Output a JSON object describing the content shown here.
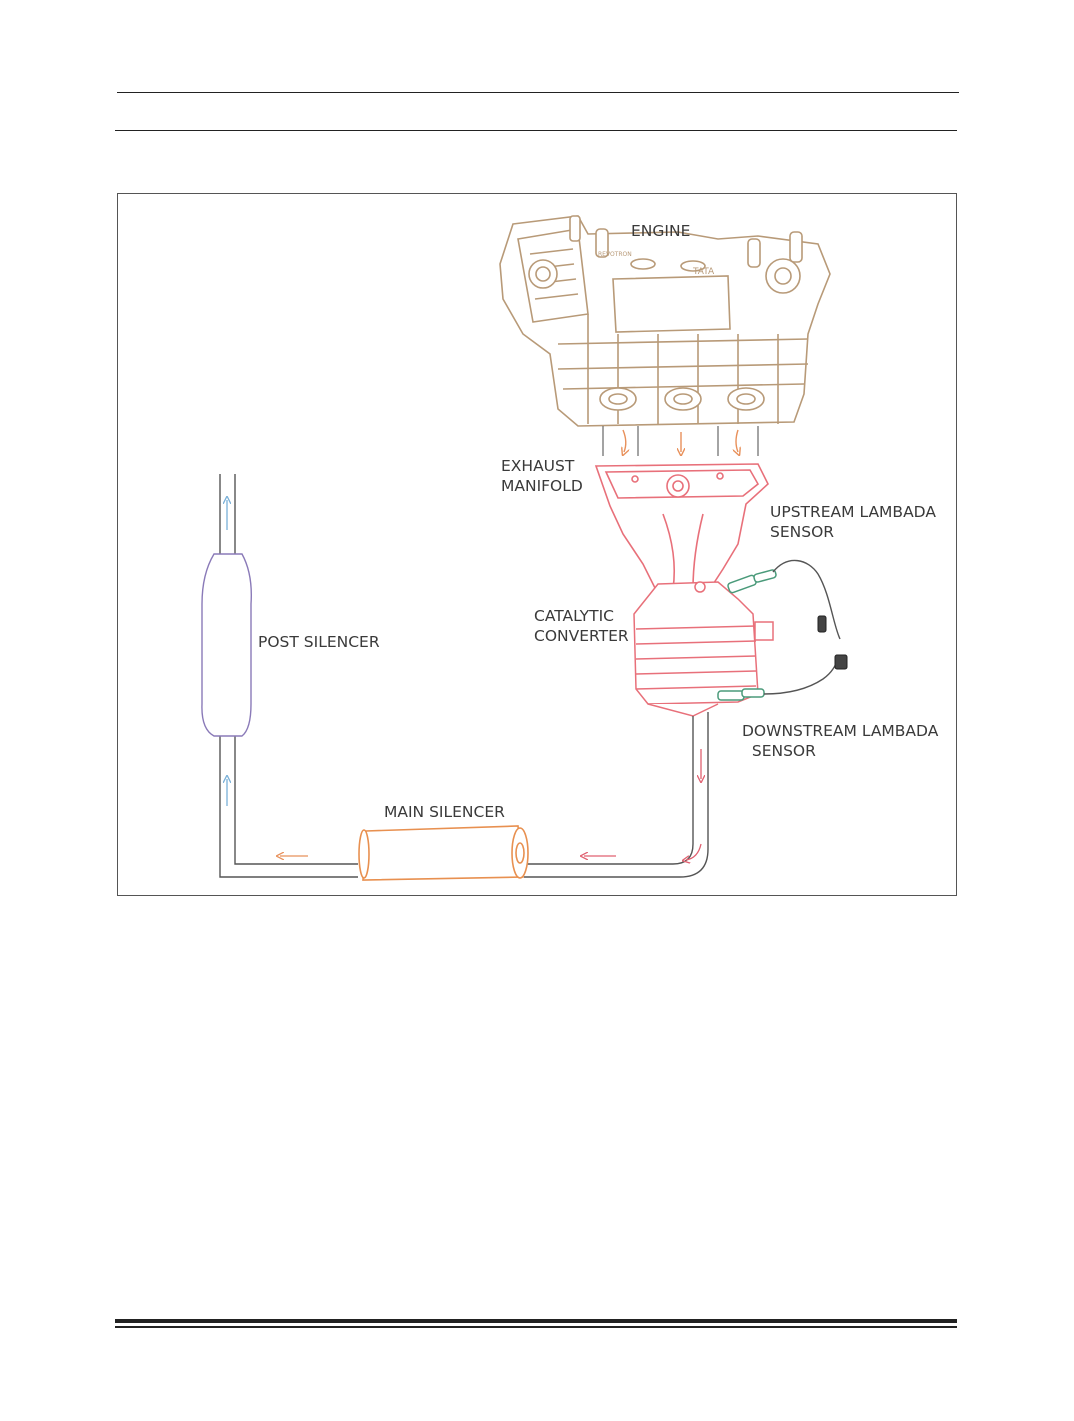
{
  "diagram": {
    "labels": {
      "engine": "ENGINE",
      "exhaust_manifold": "EXHAUST\nMANIFOLD",
      "upstream_sensor": "UPSTREAM LAMBADA\nSENSOR",
      "catalytic_converter": "CATALYTIC\nCONVERTER",
      "post_silencer": "POST SILENCER",
      "downstream_sensor": "DOWNSTREAM LAMBADA\n  SENSOR",
      "main_silencer": "MAIN SILENCER",
      "engine_badge": "TATA",
      "engine_model": "REVOTRON"
    },
    "colors": {
      "engine": "#b89a78",
      "manifold": "#e8707a",
      "converter": "#e8707a",
      "sensor": "#4a9a7a",
      "main_silencer": "#e89050",
      "post_silencer": "#8a7ab8",
      "pipe": "#555555",
      "arrow_orange": "#e8905a",
      "arrow_red": "#e06070",
      "arrow_blue": "#7ab0d8"
    }
  }
}
